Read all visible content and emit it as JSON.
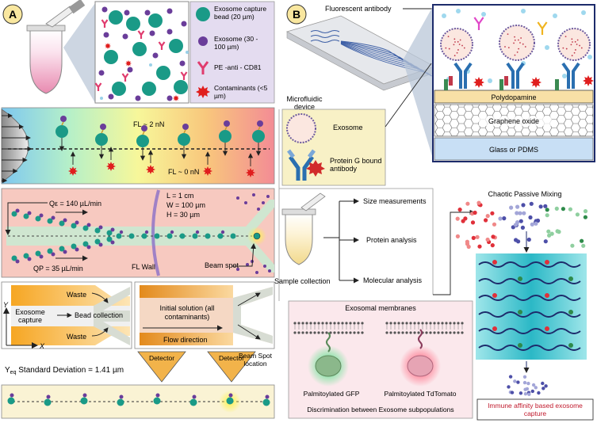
{
  "panel_a": {
    "badge": "A",
    "legend": {
      "bead": "Exosome capture bead (20 µm)",
      "exosome": "Exosome (30 - 100 µm)",
      "antibody": "PE -anti - CD81",
      "contaminant": "Contaminants (<5 µm)"
    },
    "force": {
      "high": "FL ~ 2 nN",
      "low": "FL ~ 0 nN"
    },
    "channel": {
      "qe": "Qε = 140 µL/min",
      "qp": "QP = 35 µL/min",
      "length": "L = 1 cm",
      "width": "W = 100 µm",
      "height": "H = 30 µm",
      "wall": "FL Wall",
      "beam": "Beam spot"
    },
    "capture_box": {
      "label": "Exosome capture",
      "waste_top": "Waste",
      "bead_collection": "Bead collection",
      "waste_bottom": "Waste",
      "axis_y": "Y",
      "axis_x": "X"
    },
    "initial_box": {
      "label": "Initial solution (all contaminants)",
      "flow": "Flow direction"
    },
    "detectors": [
      "Detector",
      "Detector"
    ],
    "beam_spot_location": "Beam Spot location",
    "std_dev": {
      "label_y": "Y",
      "label_sub": "eq",
      "label_rest": " Standard Deviation = ",
      "value": "1.41 µm"
    }
  },
  "panel_b": {
    "badge": "B",
    "fluorescent_antibody": "Fluorescent antibody",
    "microfluidic": "Microfluidic device",
    "legend": {
      "exosome": "Exosome",
      "antibody": "Protein G bound antibody"
    },
    "layers": {
      "polydopamine": "Polydopamine",
      "graphene": "Graphene oxide",
      "substrate": "Glass or PDMS"
    }
  },
  "analysis": {
    "sample_collection": "Sample collection",
    "items": [
      "Size measurements",
      "Protein analysis",
      "Molecular analysis"
    ]
  },
  "membranes": {
    "title": "Exosomal membranes",
    "gfp": "Palmitoylated GFP",
    "tdtomato": "Palmitoylated TdTomato",
    "caption": "Discrimination between Exosome subpopulations"
  },
  "mixing": {
    "title": "Chaotic Passive Mixing",
    "caption": "Immune affinity based exosome capture"
  },
  "colors": {
    "bead": "#1a9a87",
    "exosome": "#6a3d9a",
    "antibody": "#e03c6e",
    "contaminant": "#e01e1e",
    "accent_red": "#c0192c"
  }
}
